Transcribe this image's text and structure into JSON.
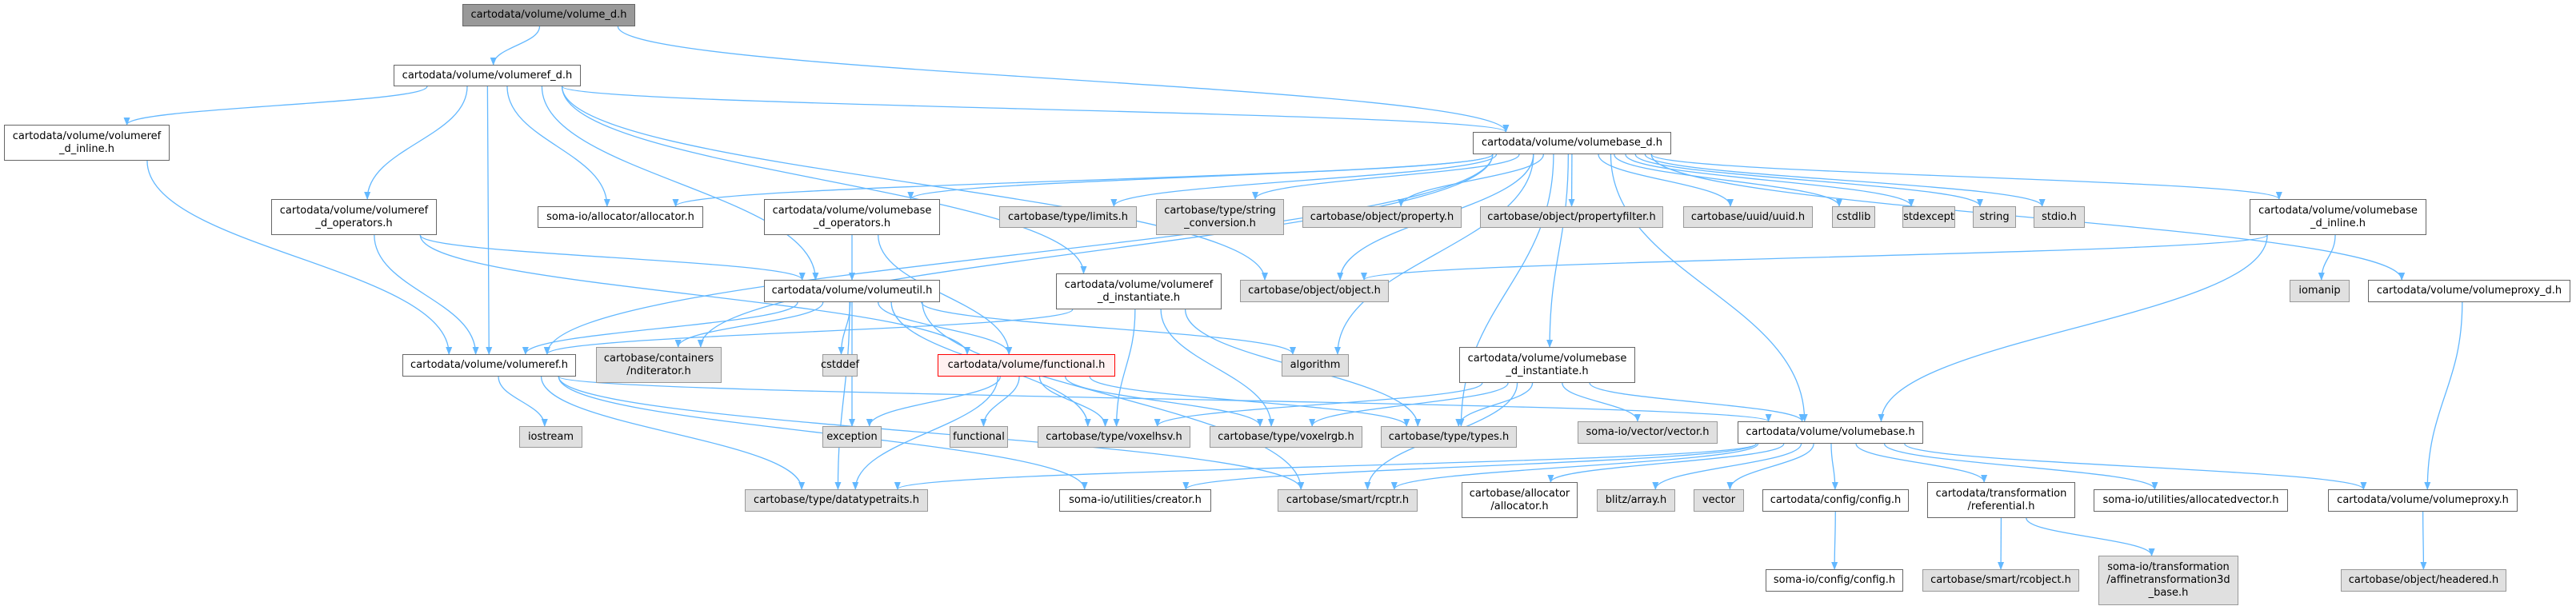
{
  "title": "Include dependency graph for cartodata/volume/volume_d.h",
  "colors": {
    "edge": "#63b8ff",
    "highlight_border": "#ff0000"
  },
  "nodes": [
    {
      "id": "volume_d",
      "label": "cartodata/volume/volume_d.h",
      "kind": "root"
    },
    {
      "id": "volumeref_d",
      "label": "cartodata/volume/volumeref_d.h",
      "kind": "local"
    },
    {
      "id": "volumeref_d_inline",
      "label": "cartodata/volume/volumeref\n_d_inline.h",
      "kind": "local"
    },
    {
      "id": "volumeref_d_operators",
      "label": "cartodata/volume/volumeref\n_d_operators.h",
      "kind": "local"
    },
    {
      "id": "soma_allocator",
      "label": "soma-io/allocator/allocator.h",
      "kind": "local"
    },
    {
      "id": "volumebase_d_operators",
      "label": "cartodata/volume/volumebase\n_d_operators.h",
      "kind": "local"
    },
    {
      "id": "limits",
      "label": "cartobase/type/limits.h",
      "kind": "external"
    },
    {
      "id": "string_conversion",
      "label": "cartobase/type/string\n_conversion.h",
      "kind": "external"
    },
    {
      "id": "property",
      "label": "cartobase/object/property.h",
      "kind": "external"
    },
    {
      "id": "propertyfilter",
      "label": "cartobase/object/propertyfilter.h",
      "kind": "external"
    },
    {
      "id": "uuid",
      "label": "cartobase/uuid/uuid.h",
      "kind": "external"
    },
    {
      "id": "cstdlib",
      "label": "cstdlib",
      "kind": "external"
    },
    {
      "id": "stdexcept",
      "label": "stdexcept",
      "kind": "external"
    },
    {
      "id": "string",
      "label": "string",
      "kind": "external"
    },
    {
      "id": "stdio",
      "label": "stdio.h",
      "kind": "external"
    },
    {
      "id": "volumebase_d",
      "label": "cartodata/volume/volumebase_d.h",
      "kind": "local"
    },
    {
      "id": "volumebase_d_inline",
      "label": "cartodata/volume/volumebase\n_d_inline.h",
      "kind": "local"
    },
    {
      "id": "iomanip",
      "label": "iomanip",
      "kind": "external"
    },
    {
      "id": "volumeproxy_d",
      "label": "cartodata/volume/volumeproxy_d.h",
      "kind": "local"
    },
    {
      "id": "volumeutil",
      "label": "cartodata/volume/volumeutil.h",
      "kind": "local"
    },
    {
      "id": "volumeref_d_instantiate",
      "label": "cartodata/volume/volumeref\n_d_instantiate.h",
      "kind": "local"
    },
    {
      "id": "object",
      "label": "cartobase/object/object.h",
      "kind": "external"
    },
    {
      "id": "volumeref",
      "label": "cartodata/volume/volumeref.h",
      "kind": "local"
    },
    {
      "id": "nditerator",
      "label": "cartobase/containers\n/nditerator.h",
      "kind": "external"
    },
    {
      "id": "cstddef",
      "label": "cstddef",
      "kind": "external"
    },
    {
      "id": "functional_h",
      "label": "cartodata/volume/functional.h",
      "kind": "highlight"
    },
    {
      "id": "algorithm",
      "label": "algorithm",
      "kind": "external"
    },
    {
      "id": "volumebase_d_instantiate",
      "label": "cartodata/volume/volumebase\n_d_instantiate.h",
      "kind": "local"
    },
    {
      "id": "iostream",
      "label": "iostream",
      "kind": "external"
    },
    {
      "id": "exception",
      "label": "exception",
      "kind": "external"
    },
    {
      "id": "functional",
      "label": "functional",
      "kind": "external"
    },
    {
      "id": "voxelhsv",
      "label": "cartobase/type/voxelhsv.h",
      "kind": "external"
    },
    {
      "id": "voxelrgb",
      "label": "cartobase/type/voxelrgb.h",
      "kind": "external"
    },
    {
      "id": "types",
      "label": "cartobase/type/types.h",
      "kind": "external"
    },
    {
      "id": "soma_vector",
      "label": "soma-io/vector/vector.h",
      "kind": "external"
    },
    {
      "id": "volumebase",
      "label": "cartodata/volume/volumebase.h",
      "kind": "local"
    },
    {
      "id": "datatypetraits",
      "label": "cartobase/type/datatypetraits.h",
      "kind": "external"
    },
    {
      "id": "creator",
      "label": "soma-io/utilities/creator.h",
      "kind": "local"
    },
    {
      "id": "rcptr",
      "label": "cartobase/smart/rcptr.h",
      "kind": "external"
    },
    {
      "id": "cb_allocator",
      "label": "cartobase/allocator\n/allocator.h",
      "kind": "local"
    },
    {
      "id": "blitz_array",
      "label": "blitz/array.h",
      "kind": "external"
    },
    {
      "id": "vector",
      "label": "vector",
      "kind": "external"
    },
    {
      "id": "cd_config",
      "label": "cartodata/config/config.h",
      "kind": "local"
    },
    {
      "id": "referential",
      "label": "cartodata/transformation\n/referential.h",
      "kind": "local"
    },
    {
      "id": "allocatedvector",
      "label": "soma-io/utilities/allocatedvector.h",
      "kind": "local"
    },
    {
      "id": "volumeproxy",
      "label": "cartodata/volume/volumeproxy.h",
      "kind": "local"
    },
    {
      "id": "soma_config",
      "label": "soma-io/config/config.h",
      "kind": "local"
    },
    {
      "id": "rcobject",
      "label": "cartobase/smart/rcobject.h",
      "kind": "external"
    },
    {
      "id": "affinetransformation",
      "label": "soma-io/transformation\n/affinetransformation3d\n_base.h",
      "kind": "external"
    },
    {
      "id": "headered",
      "label": "cartobase/object/headered.h",
      "kind": "external"
    }
  ],
  "edges": [
    [
      "volume_d",
      "volumeref_d"
    ],
    [
      "volume_d",
      "volumebase_d"
    ],
    [
      "volumeref_d",
      "volumeref_d_inline"
    ],
    [
      "volumeref_d",
      "volumeref_d_operators"
    ],
    [
      "volumeref_d",
      "soma_allocator"
    ],
    [
      "volumeref_d",
      "volumebase_d"
    ],
    [
      "volumeref_d",
      "volumeref"
    ],
    [
      "volumeref_d",
      "volumeutil"
    ],
    [
      "volumeref_d",
      "volumeref_d_instantiate"
    ],
    [
      "volumeref_d",
      "object"
    ],
    [
      "volumeref_d_inline",
      "volumeref"
    ],
    [
      "volumeref_d_operators",
      "volumeref"
    ],
    [
      "volumeref_d_operators",
      "volumeutil"
    ],
    [
      "volumeref_d_operators",
      "functional_h"
    ],
    [
      "volumebase_d",
      "soma_allocator"
    ],
    [
      "volumebase_d",
      "volumebase_d_operators"
    ],
    [
      "volumebase_d",
      "limits"
    ],
    [
      "volumebase_d",
      "string_conversion"
    ],
    [
      "volumebase_d",
      "property"
    ],
    [
      "volumebase_d",
      "propertyfilter"
    ],
    [
      "volumebase_d",
      "uuid"
    ],
    [
      "volumebase_d",
      "cstdlib"
    ],
    [
      "volumebase_d",
      "stdexcept"
    ],
    [
      "volumebase_d",
      "string"
    ],
    [
      "volumebase_d",
      "stdio"
    ],
    [
      "volumebase_d",
      "volumebase_d_inline"
    ],
    [
      "volumebase_d",
      "volumeproxy_d"
    ],
    [
      "volumebase_d",
      "object"
    ],
    [
      "volumebase_d",
      "volumeref"
    ],
    [
      "volumebase_d",
      "nditerator"
    ],
    [
      "volumebase_d",
      "algorithm"
    ],
    [
      "volumebase_d",
      "volumebase_d_instantiate"
    ],
    [
      "volumebase_d",
      "volumebase"
    ],
    [
      "volumebase_d",
      "types"
    ],
    [
      "volumebase_d_operators",
      "volumeutil"
    ],
    [
      "volumebase_d_operators",
      "functional_h"
    ],
    [
      "volumebase_d_inline",
      "object"
    ],
    [
      "volumebase_d_inline",
      "iomanip"
    ],
    [
      "volumebase_d_inline",
      "volumebase"
    ],
    [
      "volumeproxy_d",
      "volumeproxy"
    ],
    [
      "volumeutil",
      "volumeref"
    ],
    [
      "volumeutil",
      "nditerator"
    ],
    [
      "volumeutil",
      "cstddef"
    ],
    [
      "volumeutil",
      "functional_h"
    ],
    [
      "volumeutil",
      "algorithm"
    ],
    [
      "volumeutil",
      "exception"
    ],
    [
      "volumeutil",
      "datatypetraits"
    ],
    [
      "volumeutil",
      "rcptr"
    ],
    [
      "volumeutil",
      "voxelhsv"
    ],
    [
      "volumeref_d_instantiate",
      "volumeref"
    ],
    [
      "volumeref_d_instantiate",
      "voxelhsv"
    ],
    [
      "volumeref_d_instantiate",
      "voxelrgb"
    ],
    [
      "volumeref_d_instantiate",
      "types"
    ],
    [
      "volumeref",
      "iostream"
    ],
    [
      "volumeref",
      "datatypetraits"
    ],
    [
      "volumeref",
      "creator"
    ],
    [
      "volumeref",
      "rcptr"
    ],
    [
      "volumeref",
      "volumebase"
    ],
    [
      "functional_h",
      "exception"
    ],
    [
      "functional_h",
      "functional"
    ],
    [
      "functional_h",
      "voxelhsv"
    ],
    [
      "functional_h",
      "voxelrgb"
    ],
    [
      "functional_h",
      "types"
    ],
    [
      "functional_h",
      "datatypetraits"
    ],
    [
      "volumebase_d_instantiate",
      "voxelhsv"
    ],
    [
      "volumebase_d_instantiate",
      "voxelrgb"
    ],
    [
      "volumebase_d_instantiate",
      "types"
    ],
    [
      "volumebase_d_instantiate",
      "soma_vector"
    ],
    [
      "volumebase_d_instantiate",
      "volumebase"
    ],
    [
      "volumebase_d_instantiate",
      "rcptr"
    ],
    [
      "volumebase",
      "datatypetraits"
    ],
    [
      "volumebase",
      "creator"
    ],
    [
      "volumebase",
      "rcptr"
    ],
    [
      "volumebase",
      "cb_allocator"
    ],
    [
      "volumebase",
      "blitz_array"
    ],
    [
      "volumebase",
      "vector"
    ],
    [
      "volumebase",
      "cd_config"
    ],
    [
      "volumebase",
      "referential"
    ],
    [
      "volumebase",
      "allocatedvector"
    ],
    [
      "volumebase",
      "volumeproxy"
    ],
    [
      "cd_config",
      "soma_config"
    ],
    [
      "referential",
      "rcobject"
    ],
    [
      "referential",
      "affinetransformation"
    ],
    [
      "volumeproxy",
      "headered"
    ]
  ]
}
